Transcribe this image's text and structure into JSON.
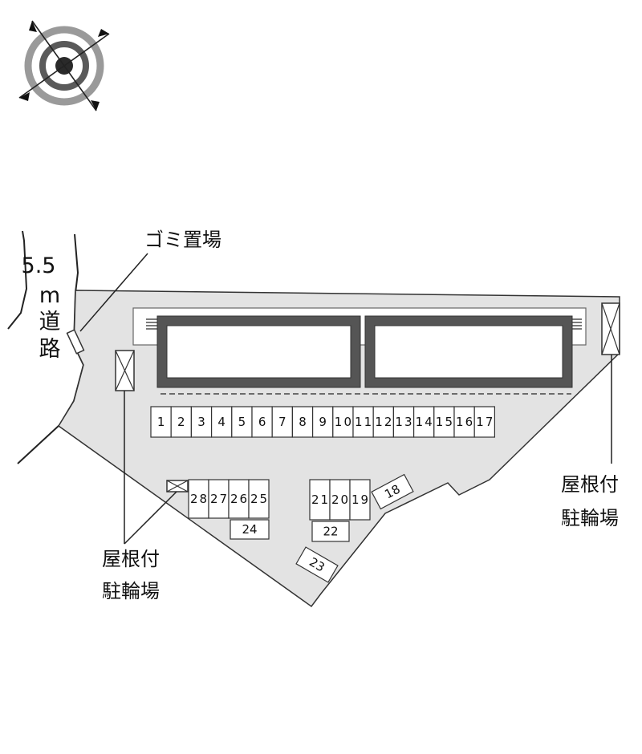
{
  "road": {
    "width": "5.5",
    "unit": "m",
    "name_chars": [
      "道",
      "路"
    ]
  },
  "labels": {
    "garbage": "ゴミ置場",
    "bike_shelter_line1": "屋根付",
    "bike_shelter_line2": "駐輪場"
  },
  "parking": {
    "row_main": [
      "1",
      "2",
      "3",
      "4",
      "5",
      "6",
      "7",
      "8",
      "9",
      "10",
      "11",
      "12",
      "13",
      "14",
      "15",
      "16",
      "17"
    ],
    "spot_18": "18",
    "group_a_top": [
      "21",
      "20",
      "19"
    ],
    "group_a_bottom": "22",
    "spot_23": "23",
    "group_b_top": [
      "28",
      "27",
      "26",
      "25"
    ],
    "group_b_bottom": "24"
  },
  "colors": {
    "lot": "#e3e3e3",
    "building": "#555555",
    "outline": "#333333"
  },
  "icons": [
    "compass-icon",
    "bike-shelter-icon",
    "garbage-icon",
    "stairs-icon"
  ]
}
